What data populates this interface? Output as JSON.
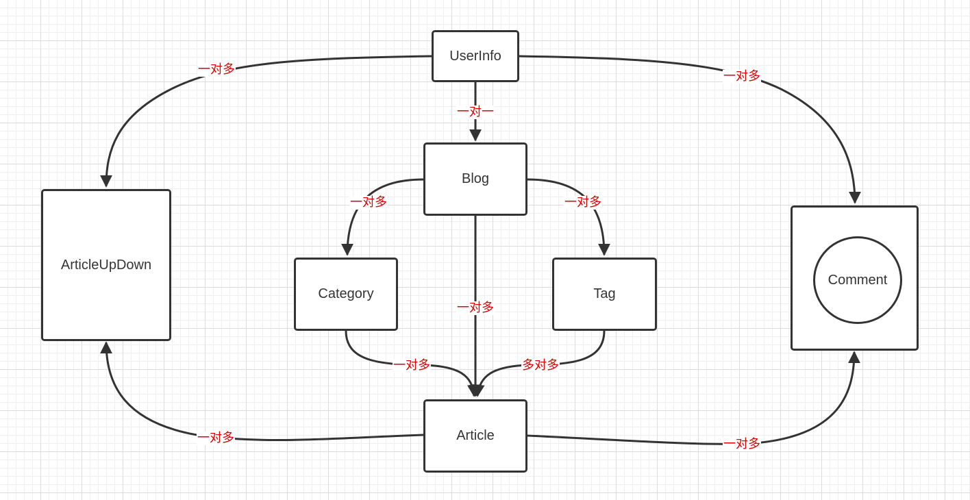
{
  "nodes": {
    "userinfo": "UserInfo",
    "blog": "Blog",
    "category": "Category",
    "tag": "Tag",
    "article": "Article",
    "articleupdown": "ArticleUpDown",
    "comment": "Comment"
  },
  "edge_labels": {
    "userinfo_articleupdown": "一对多",
    "userinfo_comment": "一对多",
    "userinfo_blog": "一对一",
    "blog_category": "一对多",
    "blog_tag": "一对多",
    "blog_article": "一对多",
    "category_article": "一对多",
    "tag_article": "多对多",
    "article_articleupdown": "一对多",
    "article_comment": "一对多"
  },
  "colors": {
    "stroke": "#333333",
    "label_text": "#e00000",
    "grid": "#dcdcdc"
  }
}
